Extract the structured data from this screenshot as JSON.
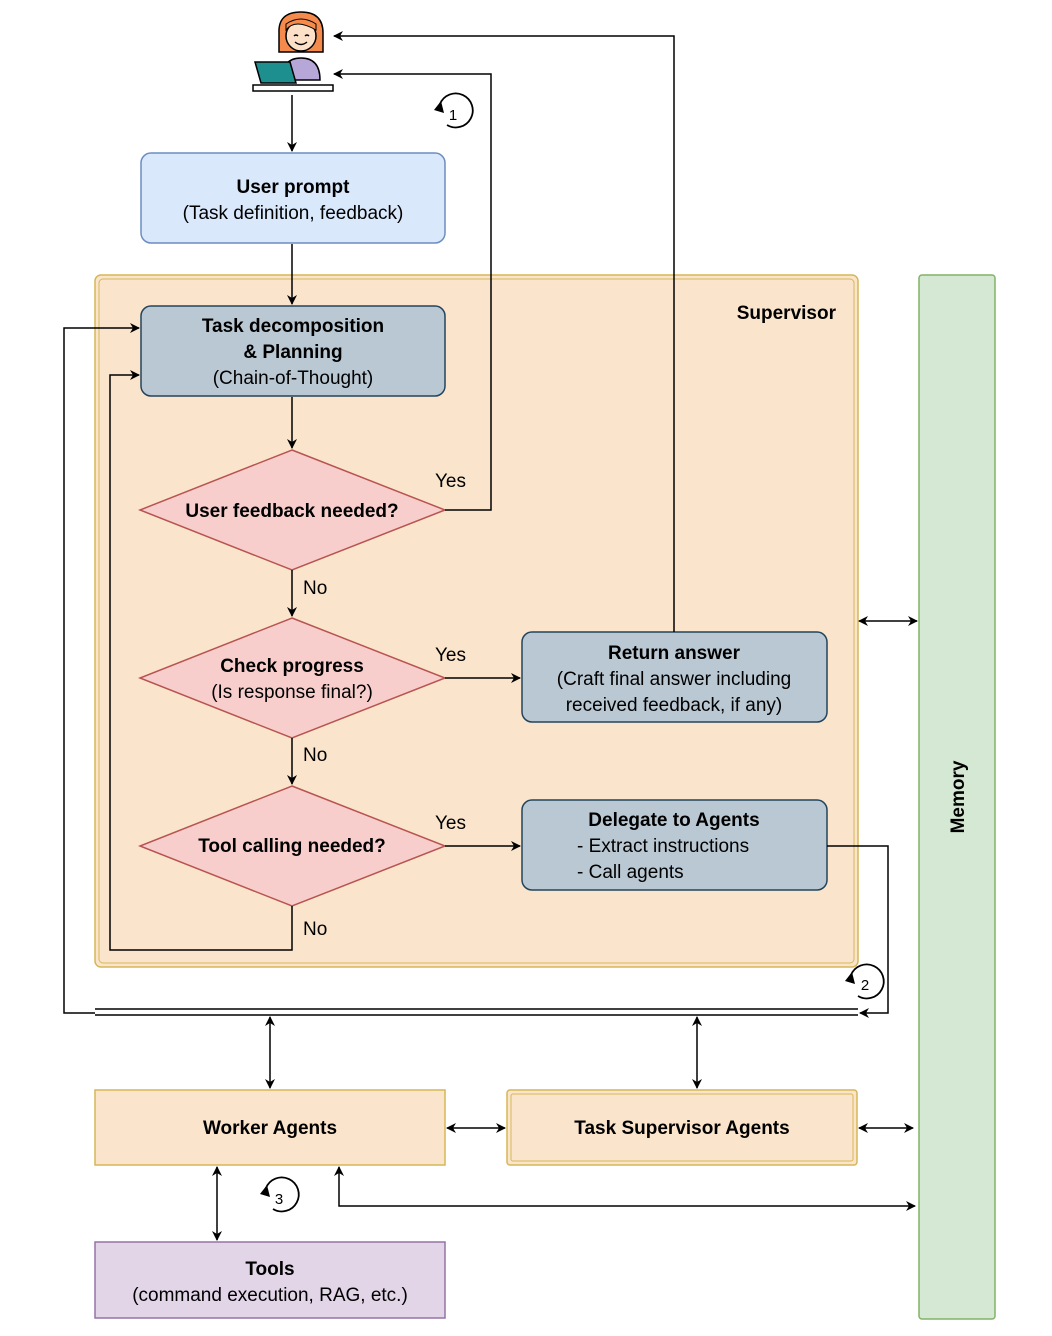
{
  "supervisor": {
    "label": "Supervisor"
  },
  "memory": {
    "label": "Memory"
  },
  "user_prompt": {
    "title": "User prompt",
    "subtitle": "(Task definition, feedback)"
  },
  "task_decomposition": {
    "title_line1": "Task decomposition",
    "title_line2": "& Planning",
    "subtitle": "(Chain-of-Thought)"
  },
  "user_feedback": {
    "label": "User feedback needed?"
  },
  "check_progress": {
    "title": "Check progress",
    "subtitle": "(Is response final?)"
  },
  "tool_calling": {
    "label": "Tool calling needed?"
  },
  "return_answer": {
    "title": "Return answer",
    "line1": "(Craft final answer including",
    "line2": "received feedback, if any)"
  },
  "delegate": {
    "title": "Delegate to Agents",
    "line1": "- Extract instructions",
    "line2": "- Call agents"
  },
  "worker_agents": {
    "label": "Worker Agents"
  },
  "task_supervisor_agents": {
    "label": "Task Supervisor Agents"
  },
  "tools": {
    "title": "Tools",
    "subtitle": "(command execution, RAG, etc.)"
  },
  "edges": {
    "yes_feedback": "Yes",
    "no_feedback": "No",
    "yes_progress": "Yes",
    "no_progress": "No",
    "yes_tool": "Yes",
    "no_tool": "No"
  },
  "loops": {
    "loop1": "1",
    "loop2": "2",
    "loop3": "3"
  },
  "colors": {
    "user_prompt_fill": "#dae8fc",
    "user_prompt_stroke": "#6c8ebf",
    "grey_fill": "#bac8d3",
    "grey_stroke": "#23445d",
    "diamond_fill": "#f8cecc",
    "diamond_stroke": "#b85450",
    "supervisor_fill": "#fae5cc",
    "supervisor_stroke": "#d6b656",
    "memory_fill": "#d5e8d4",
    "memory_stroke": "#82b366",
    "tools_fill": "#e1d5e7",
    "tools_stroke": "#9673a6"
  },
  "icons": {
    "user": "user-at-laptop-icon"
  }
}
